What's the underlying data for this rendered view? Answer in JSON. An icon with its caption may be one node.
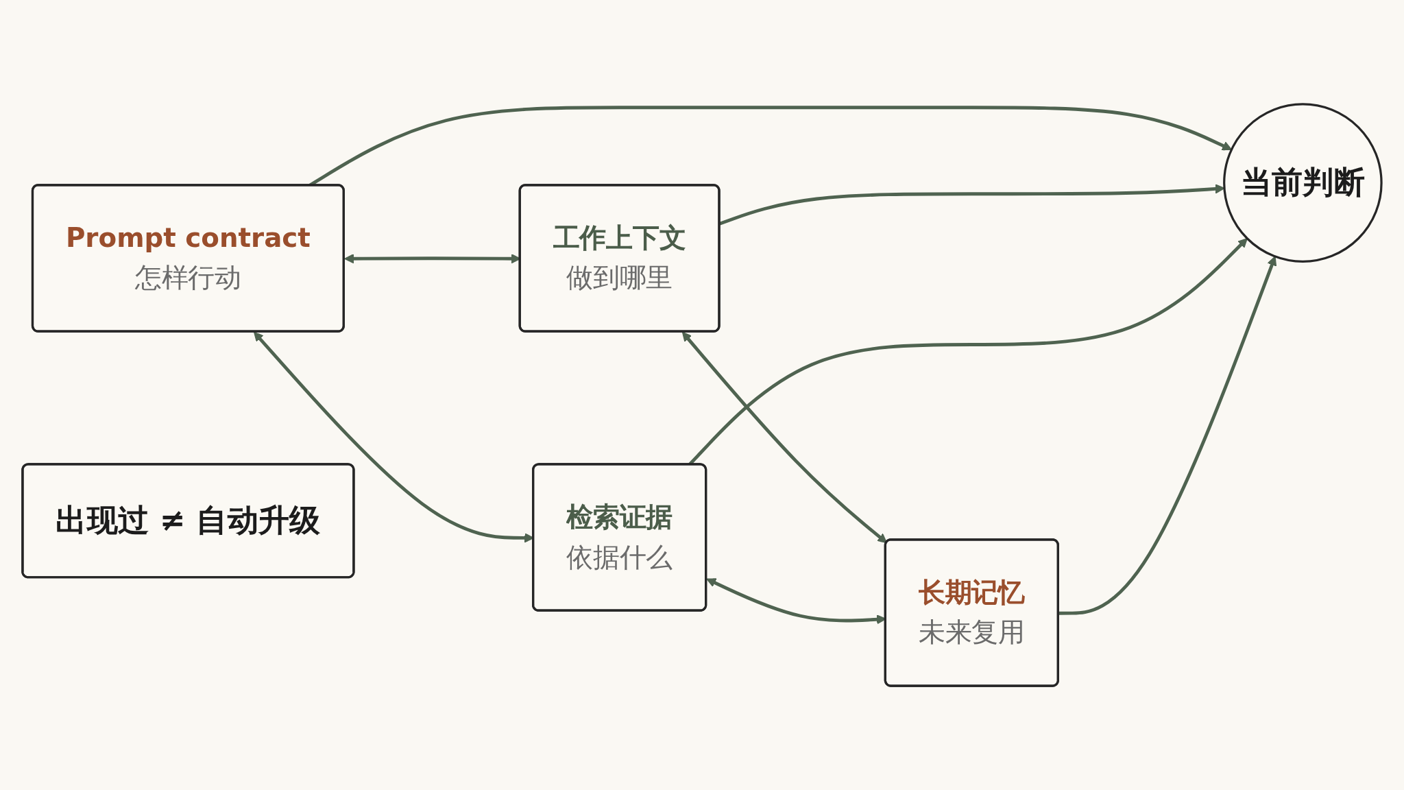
{
  "diagram": {
    "nodes": [
      {
        "text": [
          "Prompt contract",
          "怎样行动"
        ]
      },
      {
        "text": [
          "工作上下文",
          "做到哪里"
        ]
      },
      {
        "text": [
          "当前判断"
        ]
      },
      {
        "text": [
          "检索证据",
          "依据什么"
        ]
      },
      {
        "text": [
          "长期记忆",
          "未来复用"
        ]
      },
      {
        "text": [
          "出现过 ≠ 自动升级"
        ]
      }
    ],
    "edges": [
      {
        "from": 0,
        "to": 1,
        "arrow": "both"
      },
      {
        "from": 0,
        "to": 2,
        "arrow": "to"
      },
      {
        "from": 1,
        "to": 2,
        "arrow": "to"
      },
      {
        "from": 0,
        "to": 3,
        "arrow": "both"
      },
      {
        "from": 1,
        "to": 4,
        "arrow": "both"
      },
      {
        "from": 3,
        "to": 2,
        "arrow": "to"
      },
      {
        "from": 4,
        "to": 2,
        "arrow": "to"
      },
      {
        "from": 3,
        "to": 4,
        "arrow": "both"
      }
    ]
  }
}
